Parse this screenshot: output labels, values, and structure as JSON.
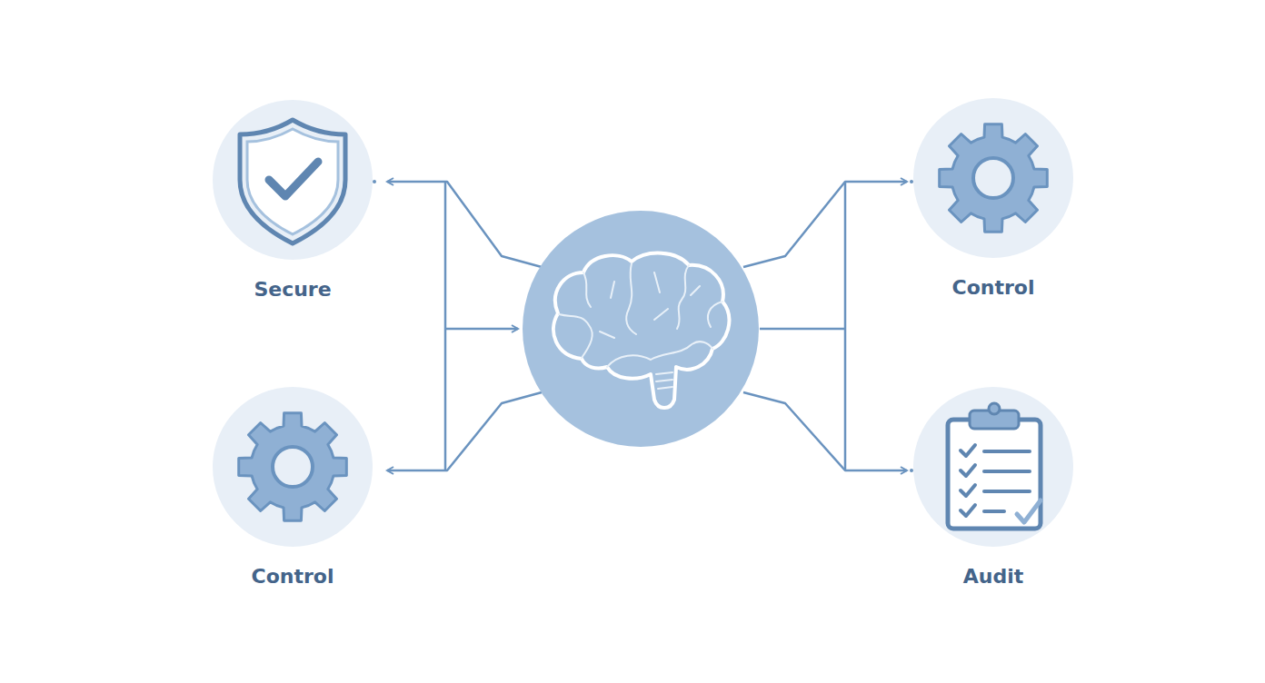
{
  "diagram": {
    "nodes": [
      {
        "text": [
          "Secure"
        ]
      },
      {
        "text": [
          "Control"
        ]
      },
      {
        "text": [
          "Control"
        ]
      },
      {
        "text": [
          "Audit"
        ]
      }
    ]
  }
}
